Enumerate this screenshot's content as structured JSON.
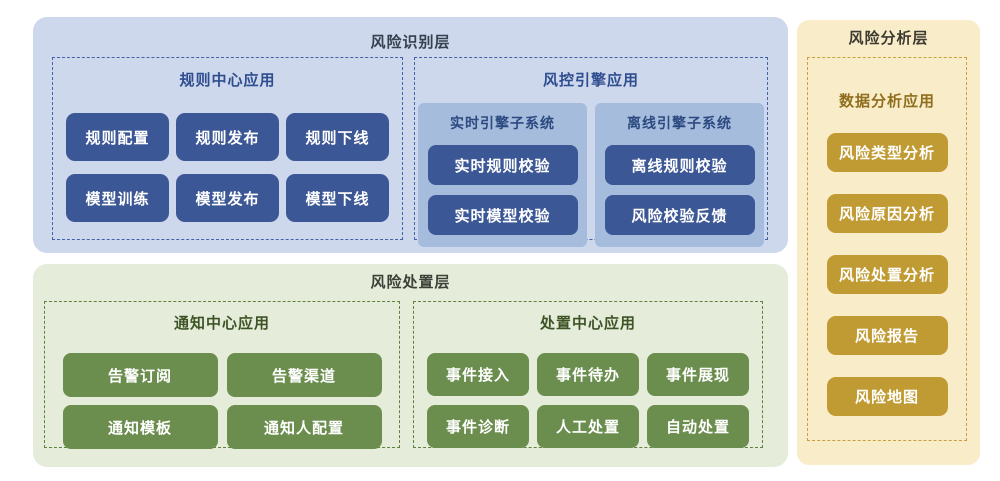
{
  "layers": {
    "identification": {
      "title": "风险识别层",
      "rule_center": {
        "title": "规则中心应用",
        "buttons": [
          "规则配置",
          "规则发布",
          "规则下线",
          "模型训练",
          "模型发布",
          "模型下线"
        ]
      },
      "engine": {
        "title": "风控引擎应用",
        "subsystems": [
          {
            "title": "实时引擎子系统",
            "buttons": [
              "实时规则校验",
              "实时模型校验"
            ]
          },
          {
            "title": "离线引擎子系统",
            "buttons": [
              "离线规则校验",
              "风险校验反馈"
            ]
          }
        ]
      }
    },
    "disposal": {
      "title": "风险处置层",
      "notify_center": {
        "title": "通知中心应用",
        "buttons": [
          "告警订阅",
          "告警渠道",
          "通知模板",
          "通知人配置"
        ]
      },
      "dispose_center": {
        "title": "处置中心应用",
        "buttons": [
          "事件接入",
          "事件待办",
          "事件展现",
          "事件诊断",
          "人工处置",
          "自动处置"
        ]
      }
    },
    "analysis": {
      "title": "风险分析层",
      "data_analysis": {
        "title": "数据分析应用",
        "buttons": [
          "风险类型分析",
          "风险原因分析",
          "风险处置分析",
          "风险报告",
          "风险地图"
        ]
      }
    }
  },
  "colors": {
    "identification_panel_bg": "#cdd8ec",
    "identification_button": "#3c5795",
    "identification_subpanel_bg": "#a5bcdc",
    "identification_dashed_border": "#4263a8",
    "identification_group_title": "#2f4d8f",
    "disposal_panel_bg": "#e5ecd9",
    "disposal_button": "#6b8e4e",
    "disposal_dashed_border": "#60803f",
    "disposal_group_title": "#3e5426",
    "analysis_panel_bg": "#f8ecc9",
    "analysis_button": "#c09a33",
    "analysis_dashed_border": "#c8a13c",
    "analysis_group_title": "#8f6e1d",
    "button_text": "#ffffff"
  }
}
